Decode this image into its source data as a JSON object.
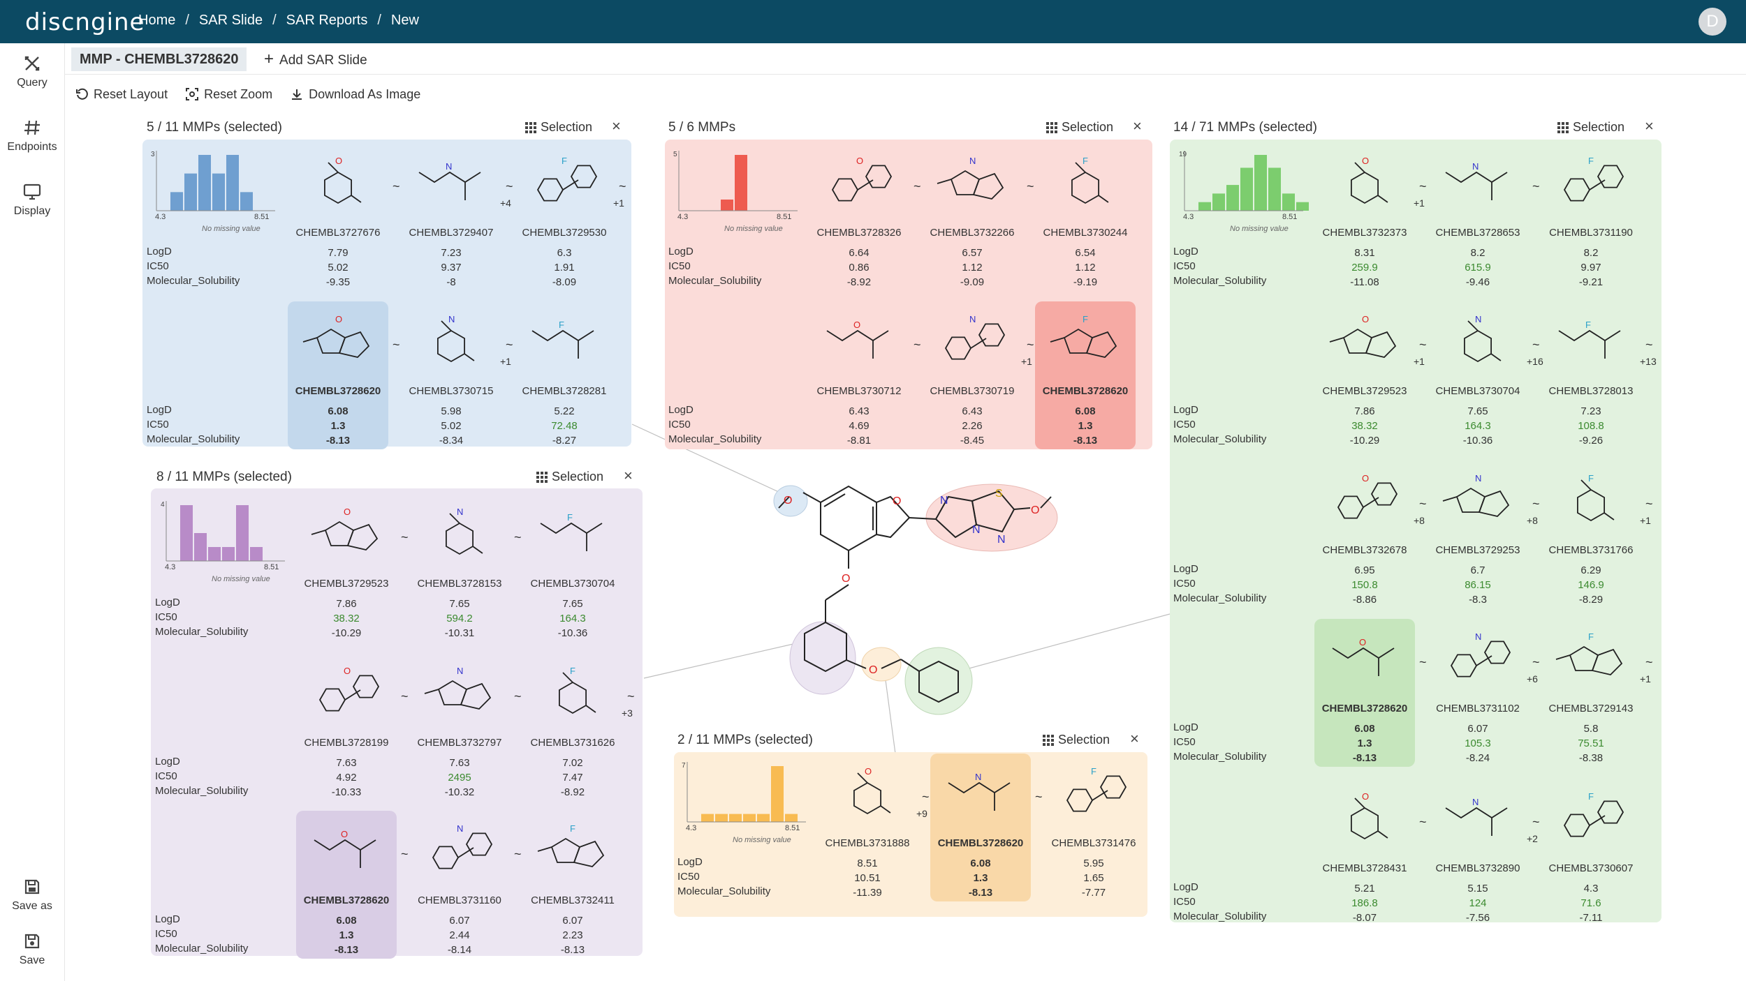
{
  "app": {
    "logo": "discngine",
    "avatar": "D",
    "breadcrumbs": [
      "Home",
      "SAR Slide",
      "SAR Reports",
      "New"
    ]
  },
  "nav": {
    "query": "Query",
    "endpoints": "Endpoints",
    "display": "Display",
    "save_as": "Save as",
    "save": "Save"
  },
  "tabs": {
    "active": "MMP - CHEMBL3728620",
    "add": "Add SAR Slide"
  },
  "toolbar": {
    "reset_layout": "Reset Layout",
    "reset_zoom": "Reset Zoom",
    "download": "Download As Image"
  },
  "common": {
    "selection": "Selection",
    "close": "×",
    "no_missing": "No missing value",
    "tilde": "~",
    "labels": [
      "LogD",
      "IC50",
      "Molecular_Solubility"
    ]
  },
  "colors": {
    "blue": "#dde9f5",
    "red": "#fbdcd9",
    "green": "#e2f2df",
    "purple": "#ece6f2",
    "orange": "#fdeed9",
    "header": "#0c4a63"
  },
  "panels": {
    "blue": {
      "title": "5 / 11 MMPs (selected)",
      "hist_max": "3",
      "hist_min": "4.3",
      "hist_maxx": "8.51",
      "hist": [
        1,
        2,
        3,
        2,
        3,
        1
      ],
      "rows": [
        [
          {
            "id": "CHEMBL3727676",
            "v": [
              "7.79",
              "5.02",
              "-9.35"
            ]
          },
          {
            "id": "CHEMBL3729407",
            "v": [
              "7.23",
              "9.37",
              "-8"
            ],
            "plus": "+4"
          },
          {
            "id": "CHEMBL3729530",
            "v": [
              "6.3",
              "1.91",
              "-8.09"
            ],
            "plus": "+1"
          }
        ],
        [
          {
            "id": "CHEMBL3728620",
            "v": [
              "6.08",
              "1.3",
              "-8.13"
            ],
            "ref": true
          },
          {
            "id": "CHEMBL3730715",
            "v": [
              "5.98",
              "5.02",
              "-8.34"
            ],
            "plus": "+1"
          },
          {
            "id": "CHEMBL3728281",
            "v": [
              "5.22",
              "72.48",
              "-8.27"
            ],
            "green": true
          }
        ]
      ]
    },
    "red": {
      "title": "5 / 6 MMPs",
      "hist_max": "5",
      "hist_min": "4.3",
      "hist_maxx": "8.51",
      "hist": [
        1,
        5
      ],
      "rows": [
        [
          {
            "id": "CHEMBL3728326",
            "v": [
              "6.64",
              "0.86",
              "-8.92"
            ]
          },
          {
            "id": "CHEMBL3732266",
            "v": [
              "6.57",
              "1.12",
              "-9.09"
            ]
          },
          {
            "id": "CHEMBL3730244",
            "v": [
              "6.54",
              "1.12",
              "-9.19"
            ]
          }
        ],
        [
          {
            "id": "CHEMBL3730712",
            "v": [
              "6.43",
              "4.69",
              "-8.81"
            ]
          },
          {
            "id": "CHEMBL3730719",
            "v": [
              "6.43",
              "2.26",
              "-8.45"
            ],
            "plus": "+1"
          },
          {
            "id": "CHEMBL3728620",
            "v": [
              "6.08",
              "1.3",
              "-8.13"
            ],
            "ref": true
          }
        ]
      ]
    },
    "green": {
      "title": "14 / 71 MMPs (selected)",
      "hist_max": "19",
      "hist_min": "4.3",
      "hist_maxx": "8.51",
      "hist": [
        2,
        4,
        6,
        10,
        13,
        10,
        4,
        2
      ],
      "rows": [
        [
          {
            "id": "CHEMBL3732373",
            "v": [
              "8.31",
              "259.9",
              "-11.08"
            ],
            "green": true,
            "plus": "+1"
          },
          {
            "id": "CHEMBL3728653",
            "v": [
              "8.2",
              "615.9",
              "-9.46"
            ],
            "green": true
          },
          {
            "id": "CHEMBL3731190",
            "v": [
              "8.2",
              "9.97",
              "-9.21"
            ]
          }
        ],
        [
          {
            "id": "CHEMBL3729523",
            "v": [
              "7.86",
              "38.32",
              "-10.29"
            ],
            "green": true,
            "plus": "+1"
          },
          {
            "id": "CHEMBL3730704",
            "v": [
              "7.65",
              "164.3",
              "-10.36"
            ],
            "green": true,
            "plus": "+16"
          },
          {
            "id": "CHEMBL3728013",
            "v": [
              "7.23",
              "108.8",
              "-9.26"
            ],
            "green": true,
            "plus": "+13"
          }
        ],
        [
          {
            "id": "CHEMBL3732678",
            "v": [
              "6.95",
              "150.8",
              "-8.86"
            ],
            "green": true,
            "plus": "+8"
          },
          {
            "id": "CHEMBL3729253",
            "v": [
              "6.7",
              "86.15",
              "-8.3"
            ],
            "green": true,
            "plus": "+8"
          },
          {
            "id": "CHEMBL3731766",
            "v": [
              "6.29",
              "146.9",
              "-8.29"
            ],
            "green": true,
            "plus": "+1"
          }
        ],
        [
          {
            "id": "CHEMBL3728620",
            "v": [
              "6.08",
              "1.3",
              "-8.13"
            ],
            "ref": true
          },
          {
            "id": "CHEMBL3731102",
            "v": [
              "6.07",
              "105.3",
              "-8.24"
            ],
            "green": true,
            "plus": "+6"
          },
          {
            "id": "CHEMBL3729143",
            "v": [
              "5.8",
              "75.51",
              "-8.38"
            ],
            "green": true,
            "plus": "+1"
          }
        ],
        [
          {
            "id": "CHEMBL3728431",
            "v": [
              "5.21",
              "186.8",
              "-8.07"
            ],
            "green": true
          },
          {
            "id": "CHEMBL3732890",
            "v": [
              "5.15",
              "124",
              "-7.56"
            ],
            "green": true,
            "plus": "+2"
          },
          {
            "id": "CHEMBL3730607",
            "v": [
              "4.3",
              "71.6",
              "-7.11"
            ],
            "green": true
          }
        ]
      ]
    },
    "purple": {
      "title": "8 / 11 MMPs (selected)",
      "hist_max": "4",
      "hist_min": "4.3",
      "hist_maxx": "8.51",
      "hist": [
        4,
        2,
        1,
        1,
        4,
        1
      ],
      "rows": [
        [
          {
            "id": "CHEMBL3729523",
            "v": [
              "7.86",
              "38.32",
              "-10.29"
            ],
            "green": true
          },
          {
            "id": "CHEMBL3728153",
            "v": [
              "7.65",
              "594.2",
              "-10.31"
            ],
            "green": true
          },
          {
            "id": "CHEMBL3730704",
            "v": [
              "7.65",
              "164.3",
              "-10.36"
            ],
            "green": true
          }
        ],
        [
          {
            "id": "CHEMBL3728199",
            "v": [
              "7.63",
              "4.92",
              "-10.33"
            ]
          },
          {
            "id": "CHEMBL3732797",
            "v": [
              "7.63",
              "2495",
              "-10.32"
            ],
            "green": true
          },
          {
            "id": "CHEMBL3731626",
            "v": [
              "7.02",
              "7.47",
              "-8.92"
            ],
            "plus": "+3"
          }
        ],
        [
          {
            "id": "CHEMBL3728620",
            "v": [
              "6.08",
              "1.3",
              "-8.13"
            ],
            "ref": true
          },
          {
            "id": "CHEMBL3731160",
            "v": [
              "6.07",
              "2.44",
              "-8.14"
            ]
          },
          {
            "id": "CHEMBL3732411",
            "v": [
              "6.07",
              "2.23",
              "-8.13"
            ]
          }
        ]
      ]
    },
    "orange": {
      "title": "2 / 11 MMPs (selected)",
      "hist_max": "7",
      "hist_min": "4.3",
      "hist_maxx": "8.51",
      "hist": [
        1,
        1,
        1,
        1,
        1,
        7,
        1
      ],
      "rows": [
        [
          {
            "id": "CHEMBL3731888",
            "v": [
              "8.51",
              "10.51",
              "-11.39"
            ],
            "plus": "+9"
          },
          {
            "id": "CHEMBL3728620",
            "v": [
              "6.08",
              "1.3",
              "-8.13"
            ],
            "ref": true
          },
          {
            "id": "CHEMBL3731476",
            "v": [
              "5.95",
              "1.65",
              "-7.77"
            ]
          }
        ]
      ]
    }
  }
}
